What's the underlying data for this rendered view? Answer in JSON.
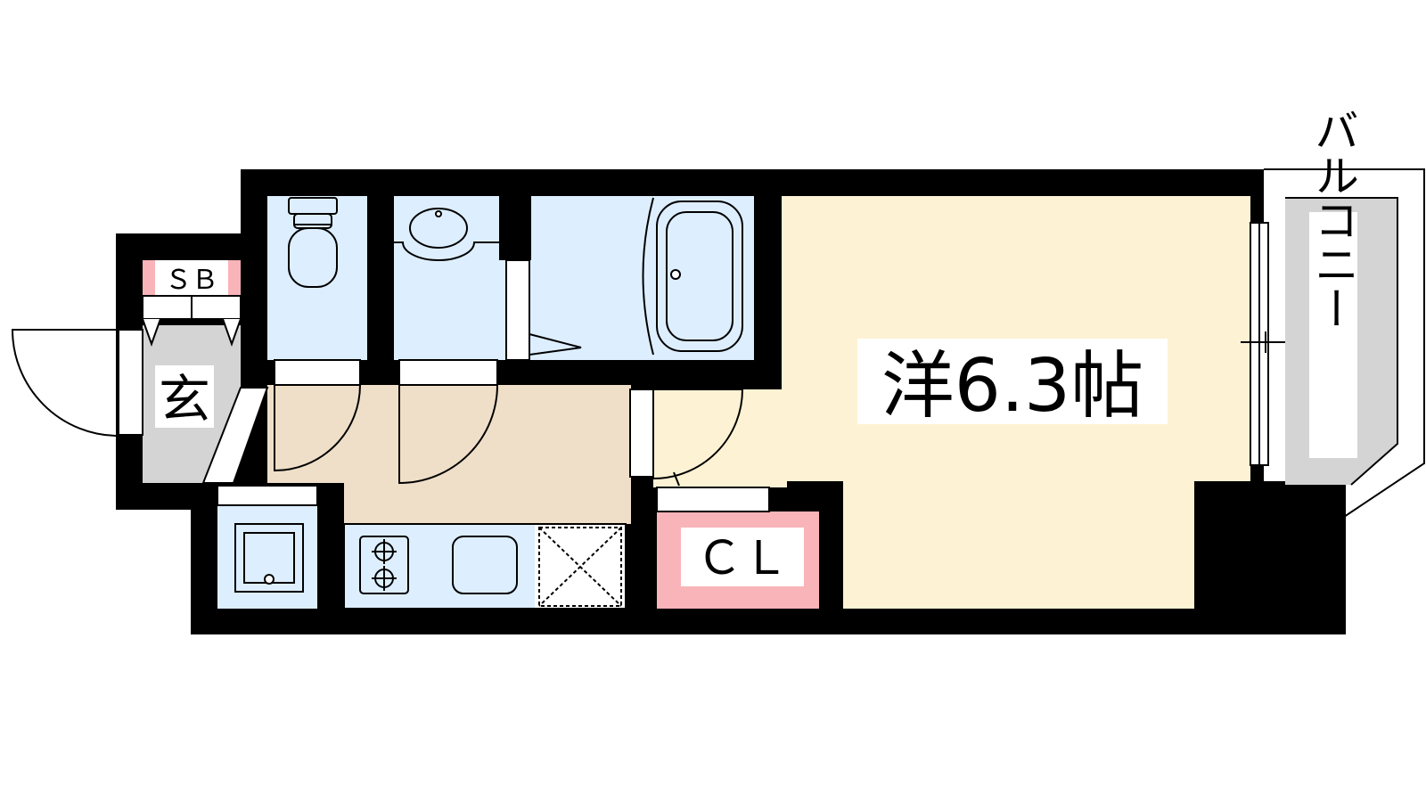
{
  "labels": {
    "main_room": "洋6.3帖",
    "shoe_box": "ＳＢ",
    "entrance": "玄",
    "closet": "ＣＬ",
    "balcony": "バルコニー"
  },
  "colors": {
    "wall": "#000000",
    "main_room": "#fdf2d3",
    "corridor": "#efdfc8",
    "wet_area": "#ddeefe",
    "closet": "#f8b4b8",
    "entrance": "#d4d4d4",
    "balcony": "#d4d4d4",
    "background": "#ffffff"
  }
}
